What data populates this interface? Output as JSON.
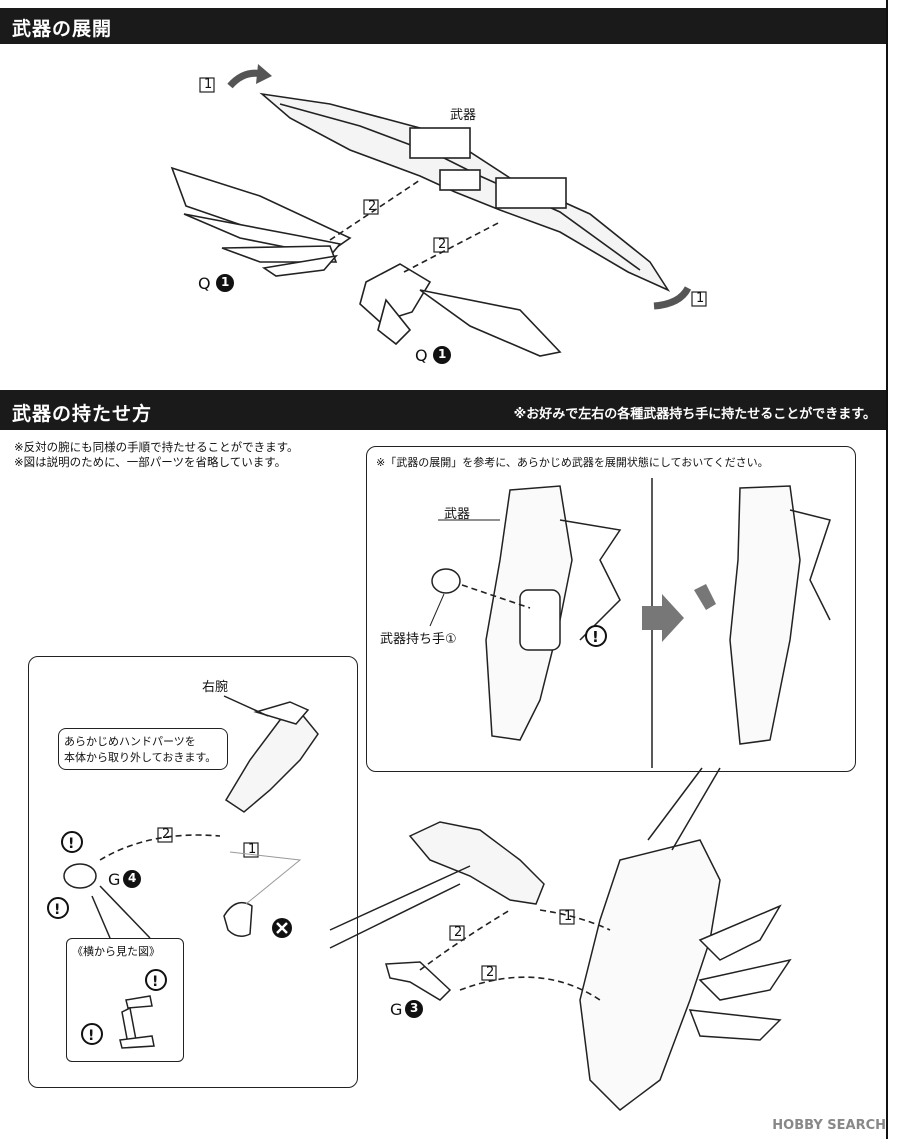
{
  "section1": {
    "title": "武器の展開",
    "weapon_label": "武器",
    "step1": "1",
    "step2": "2",
    "part_q": "Q",
    "part_q_num": "1"
  },
  "section2": {
    "title": "武器の持たせ方",
    "right_note": "※お好みで左右の各種武器持ち手に持たせることができます。",
    "note_lines": [
      "※反対の腕にも同様の手順で持たせることができます。",
      "※図は説明のために、一部パーツを省略しています。"
    ],
    "inset_note": "※「武器の展開」を参考に、あらかじめ武器を展開状態にしておいてください。",
    "weapon_label": "武器",
    "hand_label": "武器持ち手①",
    "right_arm_label": "右腕",
    "bubble_text": [
      "あらかじめハンドパーツを",
      "本体から取り外しておきます。"
    ],
    "part_g": "G",
    "part_g4": "4",
    "part_g3": "3",
    "side_view_label": "《横から見た図》",
    "step1": "1",
    "step2": "2"
  },
  "watermark": "HOBBY SEARCH",
  "colors": {
    "bar": "#1a1a1a",
    "ink": "#111111"
  }
}
